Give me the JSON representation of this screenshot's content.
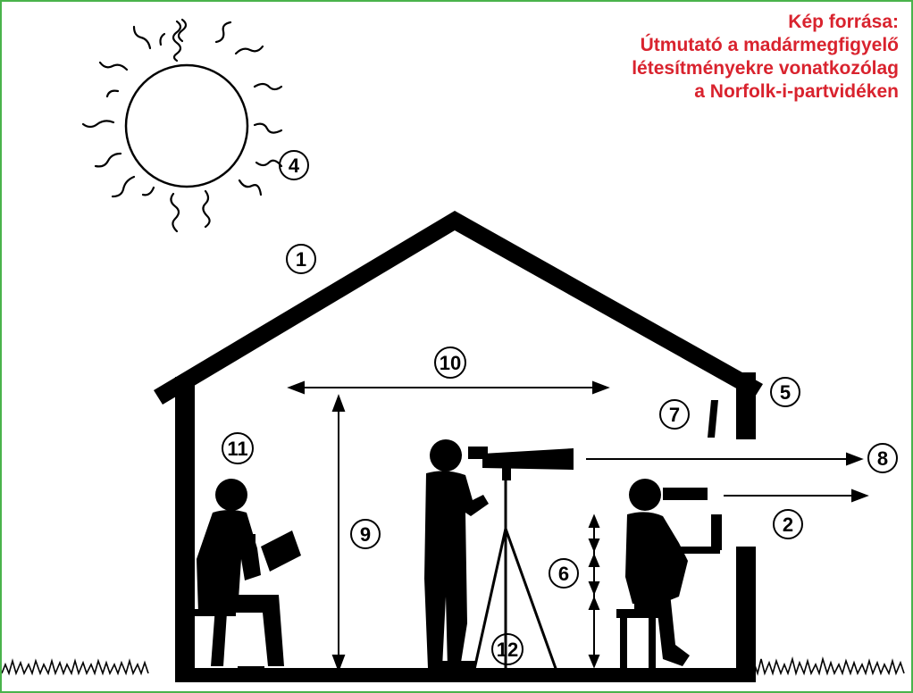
{
  "source": {
    "line1": "Kép forrása:",
    "line2": "Útmutató a madármegfigyelő",
    "line3": "létesítményekre vonatkozólag",
    "line4": "a Norfolk-i-partvidéken"
  },
  "labels": {
    "n1": "1",
    "n2": "2",
    "n4": "4",
    "n5": "5",
    "n6": "6",
    "n7": "7",
    "n8": "8",
    "n9": "9",
    "n10": "10",
    "n11": "11",
    "n12": "12"
  },
  "colors": {
    "frame": "#49b34b",
    "source_text": "#d9232e",
    "ink": "#000000"
  }
}
